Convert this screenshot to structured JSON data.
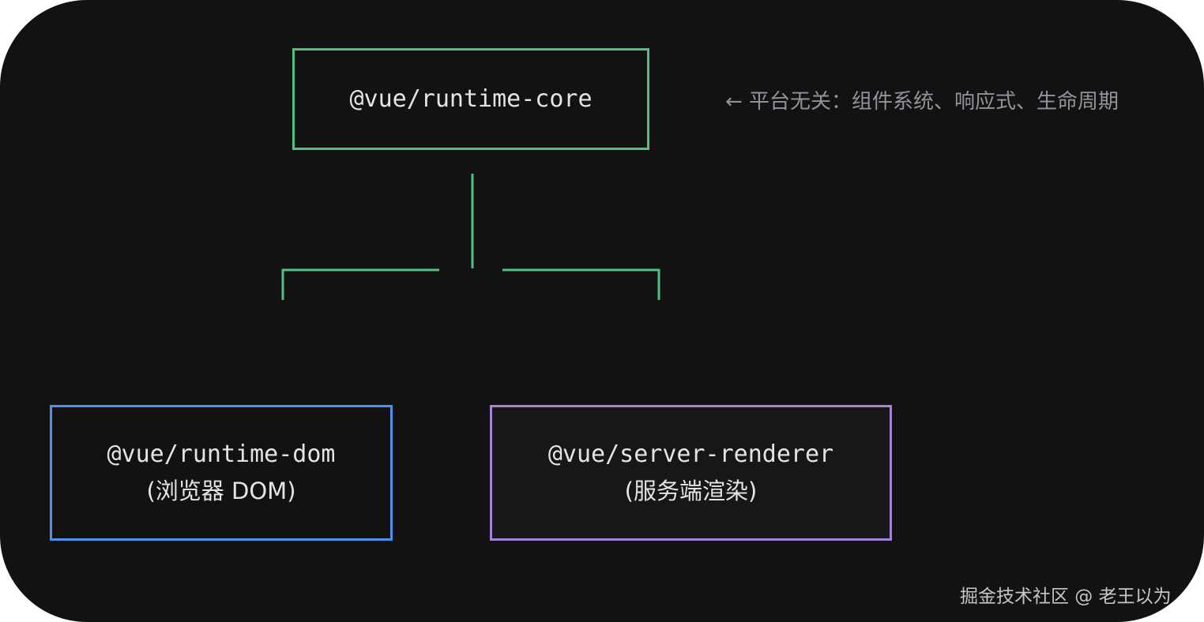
{
  "diagram": {
    "core": {
      "label": "@vue/runtime-core"
    },
    "core_note": "← 平台无关：组件系统、响应式、生命周期",
    "dom": {
      "label": "@vue/runtime-dom",
      "sublabel": "(浏览器 DOM)"
    },
    "server": {
      "label": "@vue/server-renderer",
      "sublabel": "(服务端渲染)"
    },
    "colors": {
      "core_border": "#4fbf82",
      "dom_border": "#4a92ec",
      "server_border": "#a583d8",
      "connector": "#4fbf82",
      "background": "#121212"
    }
  },
  "watermark": "掘金技术社区 @ 老王以为"
}
